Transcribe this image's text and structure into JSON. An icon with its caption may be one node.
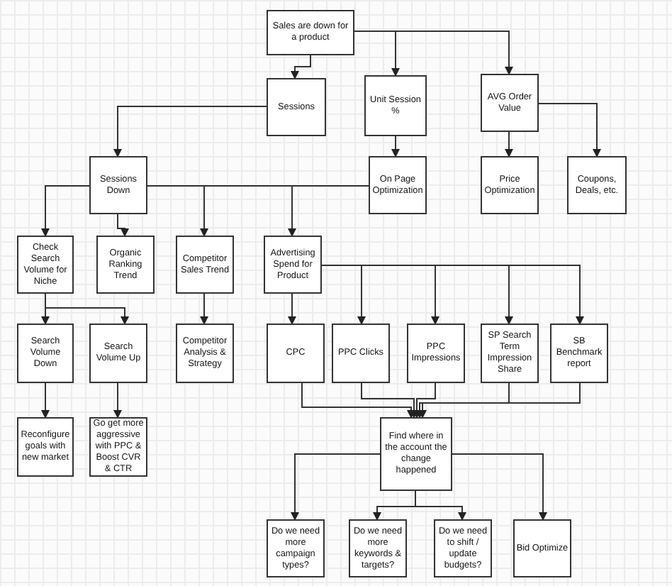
{
  "diagram": {
    "nodes": [
      {
        "text": [
          "Sales are down for a product"
        ]
      },
      {
        "text": [
          "Sessions"
        ]
      },
      {
        "text": [
          "Unit Session %"
        ]
      },
      {
        "text": [
          "AVG Order Value"
        ]
      },
      {
        "text": [
          "Sessions Down"
        ]
      },
      {
        "text": [
          "On Page Optimization"
        ]
      },
      {
        "text": [
          "Price Optimization"
        ]
      },
      {
        "text": [
          "Coupons, Deals, etc."
        ]
      },
      {
        "text": [
          "Check Search Volume for Niche"
        ]
      },
      {
        "text": [
          "Organic Ranking Trend"
        ]
      },
      {
        "text": [
          "Competitor Sales Trend"
        ]
      },
      {
        "text": [
          "Advertising Spend for Product"
        ]
      },
      {
        "text": [
          "Search Volume Down"
        ]
      },
      {
        "text": [
          "Search Volume Up"
        ]
      },
      {
        "text": [
          "Competitor Analysis & Strategy"
        ]
      },
      {
        "text": [
          "CPC"
        ]
      },
      {
        "text": [
          "PPC Clicks"
        ]
      },
      {
        "text": [
          "PPC Impressions"
        ]
      },
      {
        "text": [
          "SP Search Term Impression Share"
        ]
      },
      {
        "text": [
          "SB Benchmark report"
        ]
      },
      {
        "text": [
          "Reconfigure goals with new market"
        ]
      },
      {
        "text": [
          "Go get more aggressive with PPC & Boost CVR & CTR"
        ]
      },
      {
        "text": [
          "Find where in the account the change happened"
        ]
      },
      {
        "text": [
          "Do we need more campaign types?"
        ]
      },
      {
        "text": [
          "Do we need more keywords & targets?"
        ]
      },
      {
        "text": [
          "Do we need to shift / update budgets?"
        ]
      },
      {
        "text": [
          "Bid Optimize"
        ]
      }
    ],
    "edges": [
      {
        "from": 0,
        "to": 1,
        "arrow": "to"
      },
      {
        "from": 0,
        "to": 2,
        "arrow": "to"
      },
      {
        "from": 0,
        "to": 3,
        "arrow": "to"
      },
      {
        "from": 1,
        "to": 4,
        "arrow": "to"
      },
      {
        "from": 2,
        "to": 5,
        "arrow": "to"
      },
      {
        "from": 3,
        "to": 6,
        "arrow": "to"
      },
      {
        "from": 3,
        "to": 7,
        "arrow": "to"
      },
      {
        "from": 4,
        "to": 8,
        "arrow": "to"
      },
      {
        "from": 4,
        "to": 9,
        "arrow": "to"
      },
      {
        "from": 4,
        "to": 10,
        "arrow": "to"
      },
      {
        "from": 4,
        "to": 11,
        "arrow": "to"
      },
      {
        "from": 4,
        "to": 5,
        "arrow": "none"
      },
      {
        "from": 8,
        "to": 12,
        "arrow": "to"
      },
      {
        "from": 8,
        "to": 13,
        "arrow": "to"
      },
      {
        "from": 10,
        "to": 14,
        "arrow": "to"
      },
      {
        "from": 11,
        "to": 15,
        "arrow": "to"
      },
      {
        "from": 11,
        "to": 16,
        "arrow": "to"
      },
      {
        "from": 11,
        "to": 17,
        "arrow": "to"
      },
      {
        "from": 11,
        "to": 18,
        "arrow": "to"
      },
      {
        "from": 11,
        "to": 19,
        "arrow": "to"
      },
      {
        "from": 12,
        "to": 20,
        "arrow": "to"
      },
      {
        "from": 13,
        "to": 21,
        "arrow": "to"
      },
      {
        "from": 15,
        "to": 22,
        "arrow": "to"
      },
      {
        "from": 16,
        "to": 22,
        "arrow": "to"
      },
      {
        "from": 17,
        "to": 22,
        "arrow": "to"
      },
      {
        "from": 18,
        "to": 22,
        "arrow": "to"
      },
      {
        "from": 19,
        "to": 22,
        "arrow": "to"
      },
      {
        "from": 22,
        "to": 23,
        "arrow": "to"
      },
      {
        "from": 22,
        "to": 24,
        "arrow": "to"
      },
      {
        "from": 22,
        "to": 25,
        "arrow": "to"
      },
      {
        "from": 22,
        "to": 26,
        "arrow": "to"
      }
    ]
  }
}
